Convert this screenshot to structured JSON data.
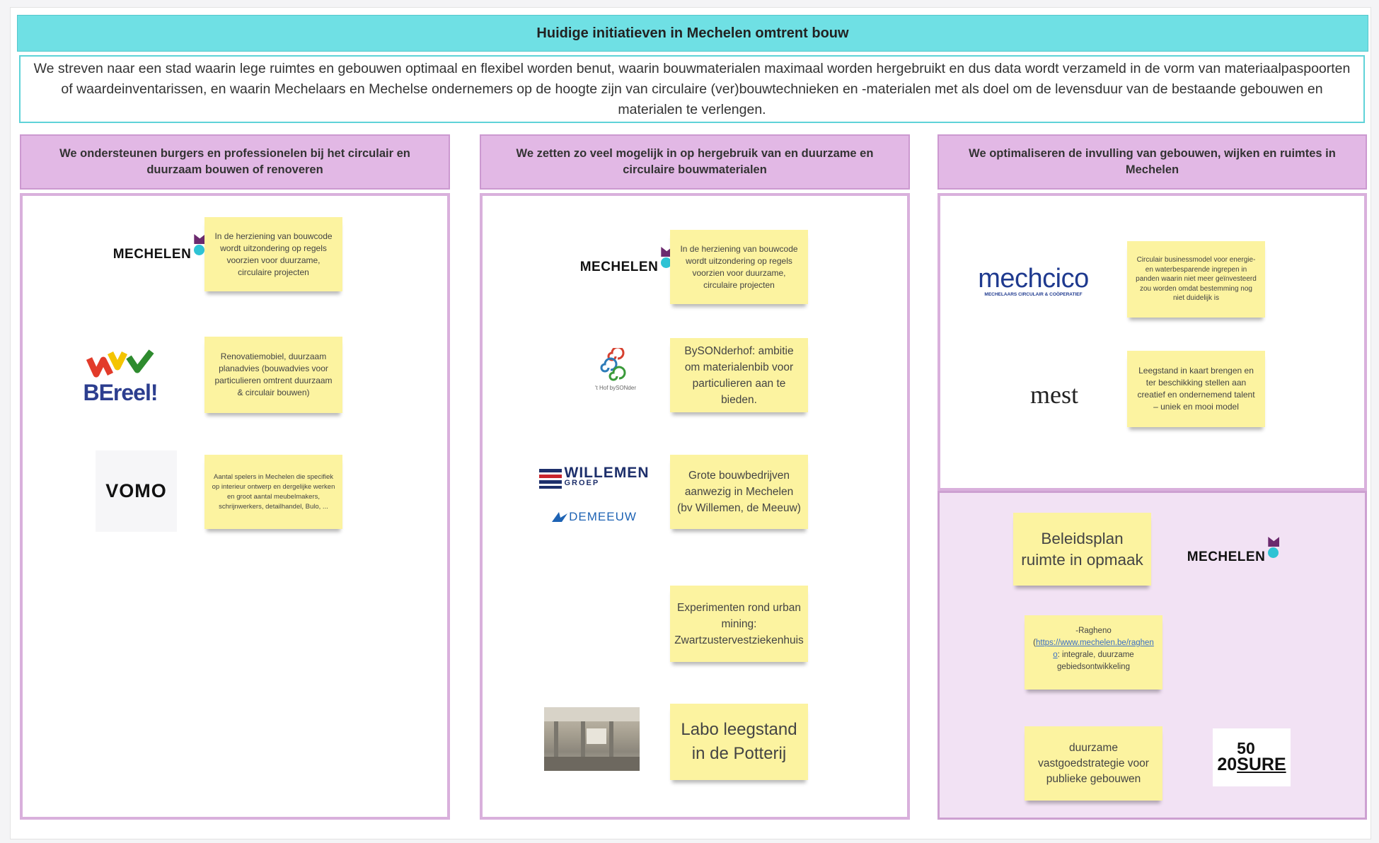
{
  "title": "Huidige initiatieven in Mechelen omtrent bouw",
  "intro": "We streven naar een stad waarin lege ruimtes en gebouwen optimaal en flexibel worden benut, waarin bouwmaterialen maximaal worden hergebruikt en dus data wordt verzameld in de vorm van materiaalpaspoorten of waardeinventarissen, en waarin Mechelaars en Mechelse ondernemers op de hoogte zijn van circulaire (ver)bouwtechnieken en -materialen met als doel om de levensduur van de bestaande gebouwen en materialen te verlengen.",
  "columns": [
    {
      "heading": "We ondersteunen burgers en professionelen bij het circulair en duurzaam bouwen of renoveren",
      "notes": [
        "In de herziening van bouwcode wordt uitzondering op regels voorzien voor duurzame, circulaire projecten",
        "Renovatiemobiel, duurzaam planadvies (bouwadvies voor particulieren omtrent duurzaam & circulair bouwen)",
        "Aantal spelers in Mechelen die specifiek op interieur ontwerp en dergelijke werken en groot aantal meubelmakers, schrijnwerkers, detailhandel, Bulo, ..."
      ]
    },
    {
      "heading": "We zetten zo veel mogelijk in op hergebruik van en duurzame en circulaire bouwmaterialen",
      "notes": [
        "In de herziening van bouwcode wordt uitzondering op regels voorzien voor duurzame, circulaire projecten",
        "BySONderhof: ambitie om materialenbib voor particulieren aan te bieden.",
        "Grote bouwbedrijven aanwezig in Mechelen (bv Willemen, de Meeuw)",
        "Experimenten rond urban mining: Zwartzustervestziekenhuis",
        "Labo leegstand in de Potterij"
      ]
    },
    {
      "heading": "We optimaliseren de invulling van gebouwen, wijken en ruimtes in Mechelen",
      "notes": [
        "Circulair businessmodel voor energie- en waterbesparende ingrepen in panden waarin niet meer geïnvesteerd zou worden omdat bestemming nog niet duidelijk is",
        "Leegstand in kaart brengen en ter beschikking stellen aan creatief en ondernemend talent – uniek en mooi model",
        "Beleidsplan ruimte in opmaak",
        "duurzame vastgoedstrategie voor publieke gebouwen"
      ],
      "ragheno": {
        "prefix": "-Ragheno",
        "link_open": "(",
        "link": "https://www.mechelen.be/ragheno",
        "suffix": ": integrale, duurzame gebiedsontwikkeling"
      }
    }
  ],
  "logos": {
    "mechelen": "MECHELEN",
    "bereel": "BEreel!",
    "vomo": "VOMO",
    "hof_bysonder": "'t Hof bySONder",
    "willemen": "WILLEMEN",
    "willemen_sub": "GROEP",
    "demeeuw": "DEMEEUW",
    "mechcico": "mechcico",
    "mechcico_sub": "MECHELAARS CIRCULAIR & COÖPERATIEF",
    "mest": "mest",
    "sure_top": "50",
    "sure_left": "20",
    "sure_right": "SURE"
  },
  "colors": {
    "title_bg": "#6fe0e4",
    "column_header_bg": "#e2b8e5",
    "sticky_note": "#fcf3a0",
    "mechelen_crown": "#6b2a6e",
    "mechelen_dot": "#2ec3d4"
  }
}
